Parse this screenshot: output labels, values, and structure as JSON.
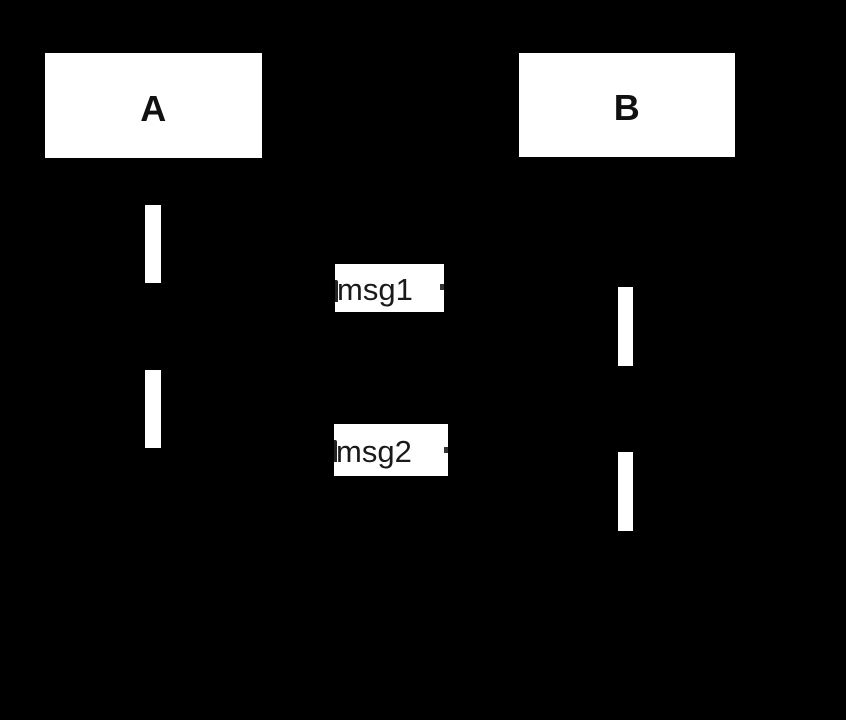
{
  "diagram": {
    "type": "uml-sequence",
    "participants": [
      {
        "id": "A",
        "label": "A"
      },
      {
        "id": "B",
        "label": "B"
      }
    ],
    "messages": [
      {
        "label": "msg1",
        "from": "A",
        "to": "B"
      },
      {
        "label": "msg2",
        "from": "A",
        "to": "B"
      }
    ],
    "activations": [
      {
        "participant": "A",
        "order": 1
      },
      {
        "participant": "A",
        "order": 2
      },
      {
        "participant": "B",
        "order": 1
      },
      {
        "participant": "B",
        "order": 2
      }
    ],
    "colors": {
      "background": "#000000",
      "box_fill": "#ffffff",
      "box_border": "#000000",
      "text": "#1a1a1a",
      "line": "#000000"
    }
  }
}
